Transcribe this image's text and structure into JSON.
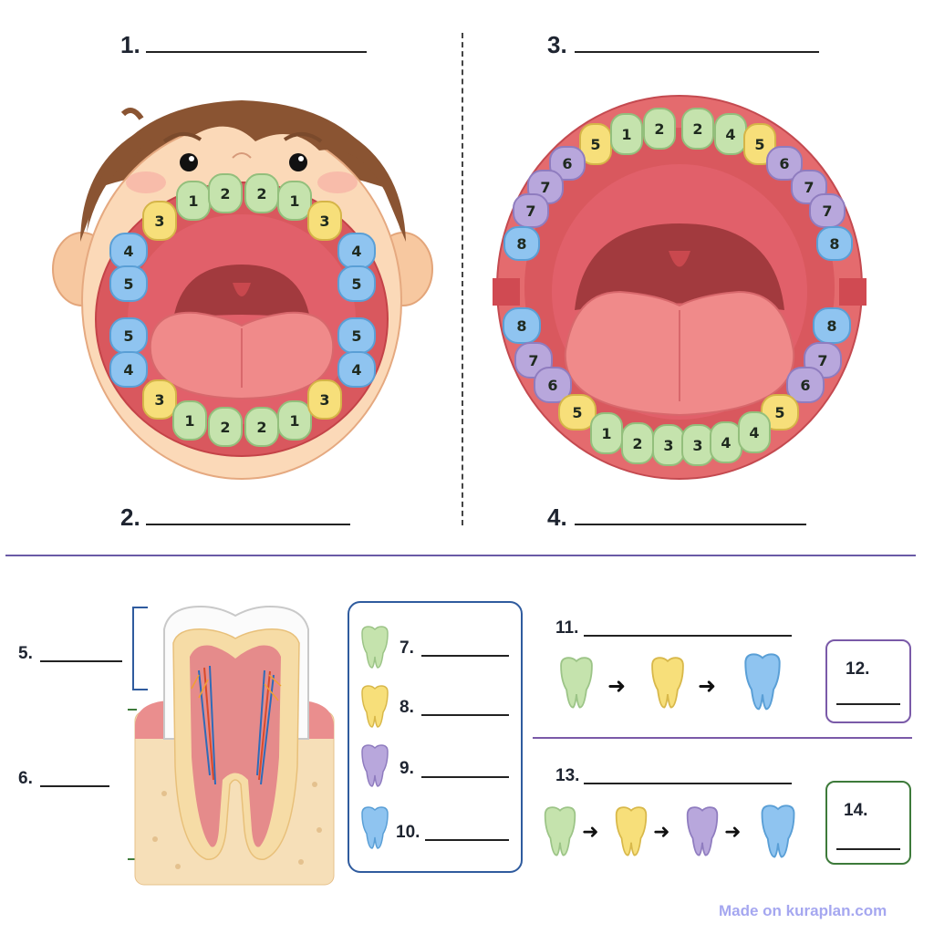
{
  "q": {
    "n1": "1.",
    "n2": "2.",
    "n3": "3.",
    "n4": "4.",
    "n5": "5.",
    "n6": "6.",
    "n7": "7.",
    "n8": "8.",
    "n9": "9.",
    "n10": "10.",
    "n11": "11.",
    "n12": "12.",
    "n13": "13.",
    "n14": "14."
  },
  "child_upper": [
    "3",
    "1",
    "2",
    "2",
    "1",
    "3"
  ],
  "child_lower": [
    "3",
    "1",
    "2",
    "2",
    "1",
    "3"
  ],
  "child_left": [
    "4",
    "5",
    "5",
    "4"
  ],
  "child_right": [
    "4",
    "5",
    "5",
    "4"
  ],
  "adult_upper": [
    "5",
    "1",
    "2",
    "2",
    "4",
    "5"
  ],
  "adult_upper_left": [
    "6",
    "7",
    "7",
    "8"
  ],
  "adult_upper_right": [
    "6",
    "7",
    "7",
    "8"
  ],
  "adult_lower_left": [
    "8",
    "7",
    "6",
    "5"
  ],
  "adult_lower_right": [
    "8",
    "7",
    "6",
    "5"
  ],
  "adult_lower": [
    "1",
    "2",
    "3",
    "3",
    "4",
    "4"
  ],
  "colors": {
    "incisor": "#c5e3ad",
    "canine": "#f7df7a",
    "premolar": "#b8a7dc",
    "molar": "#8fc4f0",
    "gum": "#d9585e",
    "mouth": "#e1606a",
    "skin": "#fbd9b8",
    "hair": "#8a5432",
    "divider_purple": "#6a5aa6",
    "key_box": "#2f5b9e",
    "box12": "#7a5aa8",
    "box14": "#3d7a3a"
  },
  "credit": "Made on kuraplan.com"
}
